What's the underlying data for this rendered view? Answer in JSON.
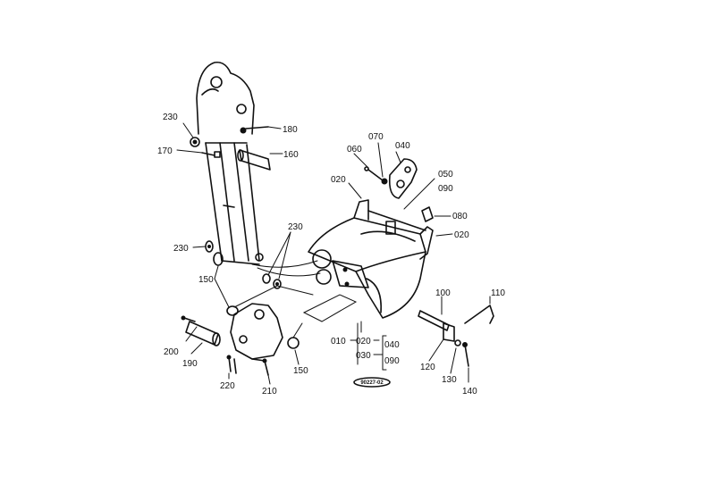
{
  "labels": {
    "p230a": "230",
    "p180": "180",
    "p170": "170",
    "p160": "160",
    "p060": "060",
    "p070": "070",
    "p040a": "040",
    "p020a": "020",
    "p050": "050",
    "p090a": "090",
    "p080": "080",
    "p020b": "020",
    "p230b": "230",
    "p230c": "230",
    "p150a": "150",
    "p100": "100",
    "p110": "110",
    "p200": "200",
    "p190": "190",
    "p010": "010",
    "p020c": "020",
    "p030": "030",
    "p040b": "040",
    "p090b": "090",
    "p150b": "150",
    "p120": "120",
    "p130": "130",
    "p140": "140",
    "p220": "220",
    "p210": "210"
  },
  "reference_code": "90227-02",
  "colors": {
    "ink": "#111111",
    "paper": "#ffffff"
  }
}
